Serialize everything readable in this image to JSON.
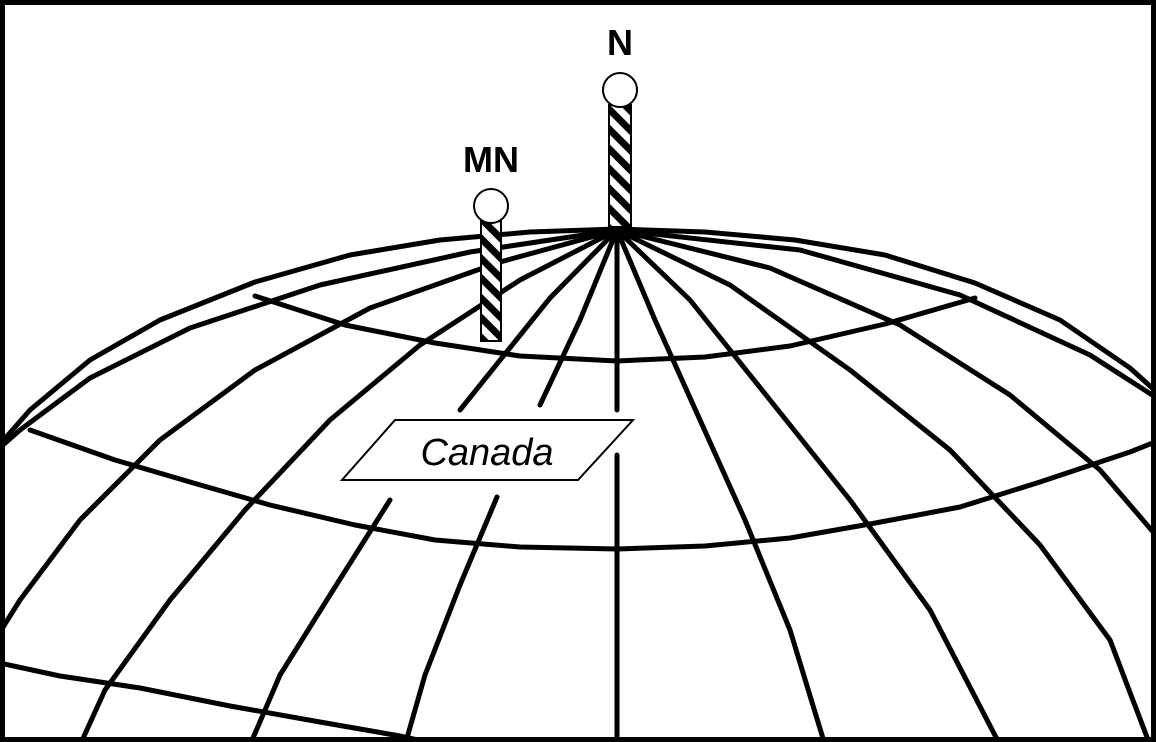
{
  "labels": {
    "north": "N",
    "magnetic_north": "MN",
    "region": "Canada"
  },
  "colors": {
    "ink": "#000000",
    "paper": "#ffffff"
  }
}
